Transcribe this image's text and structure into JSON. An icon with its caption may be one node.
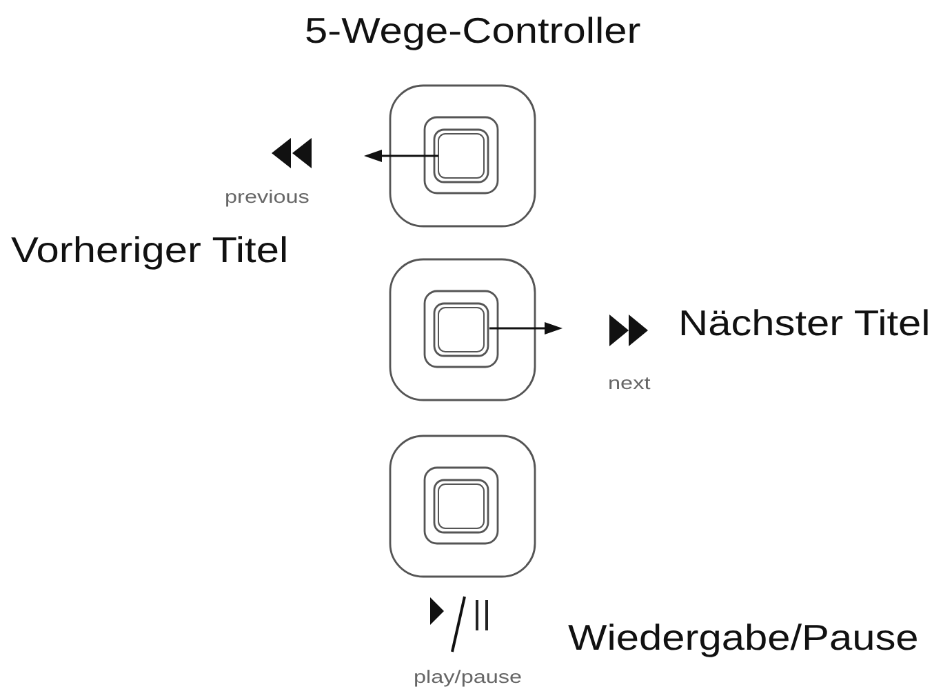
{
  "diagram": {
    "title": "5-Wege-Controller",
    "labels": [
      "previous",
      "Vorheriger Titel",
      "Nächster Titel",
      "next",
      "Wiedergabe/Pause",
      "play/pause"
    ]
  }
}
